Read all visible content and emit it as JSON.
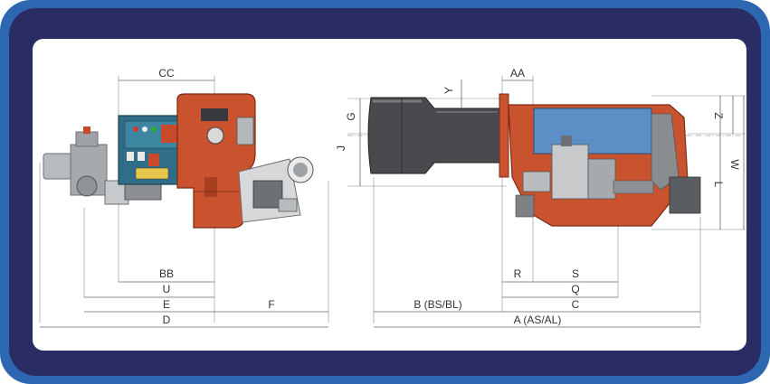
{
  "colors": {
    "frame_outer": "#2e67b1",
    "frame_inner": "#2a2c64",
    "burner_body": "#c8532e",
    "control_panel": "#2f6e86",
    "blast_tube": "#4a4a4e",
    "air_box": "#5d8fc7",
    "gas_train": "#b9bcbf"
  },
  "side_view": {
    "dimension_labels": {
      "cc": "CC",
      "bb": "BB",
      "u": "U",
      "e": "E",
      "f": "F",
      "d": "D"
    }
  },
  "front_view": {
    "dimension_labels": {
      "aa": "AA",
      "y": "Y",
      "g": "G",
      "j": "J",
      "z": "Z",
      "w": "W",
      "l": "L",
      "r": "R",
      "s": "S",
      "q": "Q",
      "b": "B (BS/BL)",
      "c": "C",
      "a": "A (AS/AL)"
    }
  }
}
